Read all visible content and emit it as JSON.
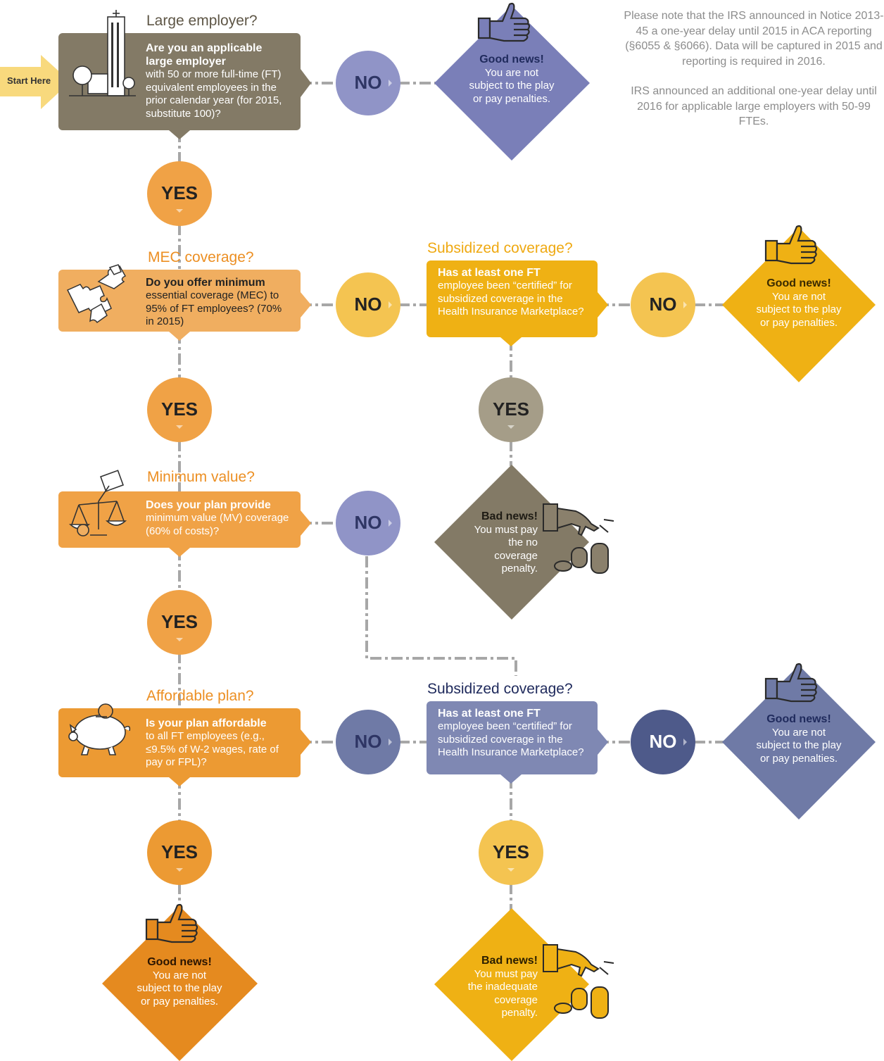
{
  "start_label": "Start Here",
  "note": {
    "paragraph1": "Please note that the IRS announced in Notice 2013-45 a one-year delay until 2015 in ACA reporting (§6055 & §6066). Data will be captured in 2015 and reporting is required in 2016.",
    "paragraph2": "IRS announced an additional one-year delay until 2016 for applicable large employers with 50-99 FTEs."
  },
  "questions": {
    "large_employer": {
      "title": "Large employer?",
      "bold": "Are you an applicable large employer",
      "text": "with 50 or more full-time (FT) equivalent employees in the prior calendar year (for 2015, substitute 100)?"
    },
    "mec": {
      "title": "MEC coverage?",
      "bold": "Do you offer minimum",
      "text": "essential coverage (MEC) to 95% of FT employees? (70% in 2015)"
    },
    "subsidized1": {
      "title": "Subsidized coverage?",
      "bold": "Has at least one FT",
      "text": "employee been “certified” for subsidized coverage in the Health Insurance Marketplace?"
    },
    "min_value": {
      "title": "Minimum value?",
      "bold": "Does your plan provide",
      "text": "minimum value (MV) coverage (60% of costs)?"
    },
    "affordable": {
      "title": "Affordable plan?",
      "bold": "Is your plan affordable",
      "text": "to all FT employees (e.g., ≤9.5% of W-2 wages, rate of pay or FPL)?"
    },
    "subsidized2": {
      "title": "Subsidized coverage?",
      "bold": "Has at least one FT",
      "text": "employee been “certified” for subsidized coverage in the Health Insurance Marketplace?"
    }
  },
  "answers": {
    "yes": "YES",
    "no": "NO"
  },
  "outcomes": {
    "good_title": "Good news!",
    "good_text": "You are not subject to the play or pay penalties.",
    "bad_title": "Bad news!",
    "bad_no_coverage": "You must pay the no coverage penalty.",
    "bad_inadequate": "You must pay the inadequate coverage penalty."
  },
  "colors": {
    "taupe": "#837a66",
    "taupe_light": "#a59d88",
    "orange_light": "#f0ae60",
    "orange": "#f0a246",
    "orange_dark": "#ec9a33",
    "orange_deep": "#e58a1f",
    "yellow": "#efb114",
    "yellow_light": "#f4c451",
    "periwinkle": "#7f83b9",
    "periwinkle_light": "#9094c7",
    "slate": "#6f7aa6",
    "slate_dark": "#4e5a8a",
    "navy_text": "#1f2a5c"
  },
  "icons": [
    "arrow-icon",
    "building-icon",
    "thumbs-up-icon",
    "puzzle-icon",
    "scale-icon",
    "piggy-bank-icon",
    "hand-coins-icon"
  ]
}
